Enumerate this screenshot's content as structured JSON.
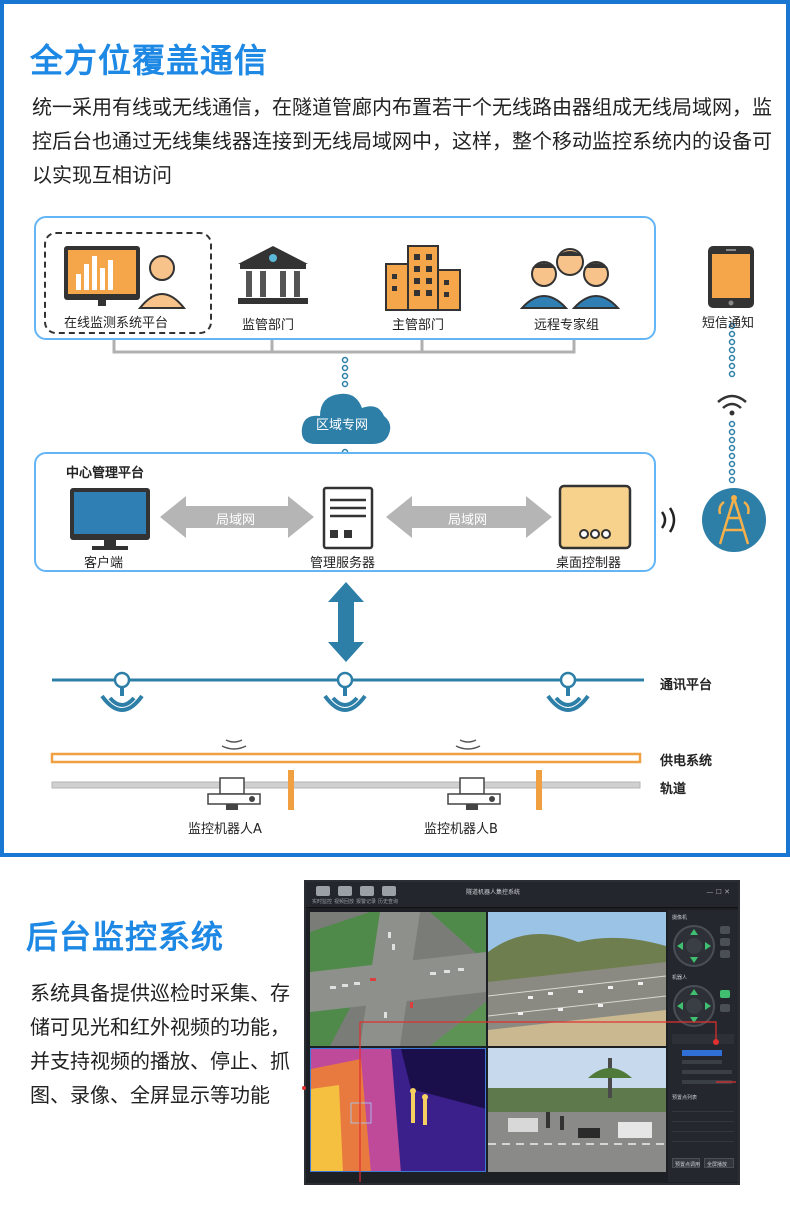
{
  "section1": {
    "title": "全方位覆盖通信",
    "description": "统一采用有线或无线通信，在隧道管廊内布置若干个无线路由器组成无线局域网，监控后台也通过无线集线器连接到无线局域网中，这样，整个移动监控系统内的设备可以实现互相访问"
  },
  "diagram": {
    "top_nodes": [
      "在线监测系统平台",
      "监管部门",
      "主管部门",
      "远程专家组"
    ],
    "sms_label": "短信通知",
    "cloud_label": "区域专网",
    "center_title": "中心管理平台",
    "center_nodes": [
      "客户端",
      "管理服务器",
      "桌面控制器"
    ],
    "lan_labels": [
      "局域网",
      "局域网"
    ],
    "comm_platform": "通讯平台",
    "power_system": "供电系统",
    "track": "轨道",
    "robots": [
      "监控机器人A",
      "监控机器人B"
    ],
    "colors": {
      "accent": "#1e88e5",
      "line": "#2d7fa8",
      "orange": "#f0a040",
      "gray": "#b0b0b0"
    }
  },
  "section2": {
    "title": "后台监控系统",
    "description": "系统具备提供巡检时采集、存储可见光和红外视频的功能，并支持视频的播放、停止、抓图、录像、全屏显示等功能"
  },
  "monitor": {
    "toolbar": [
      "实时监控",
      "视频回放",
      "报警记录",
      "历史查询"
    ],
    "window_title": "隧道机器人集控系统",
    "side": {
      "camera_label": "摄像机",
      "ptz_label": "机器人",
      "preset_label": "预置点列表",
      "buttons": [
        "预置点调用",
        "全屏播放"
      ]
    }
  }
}
